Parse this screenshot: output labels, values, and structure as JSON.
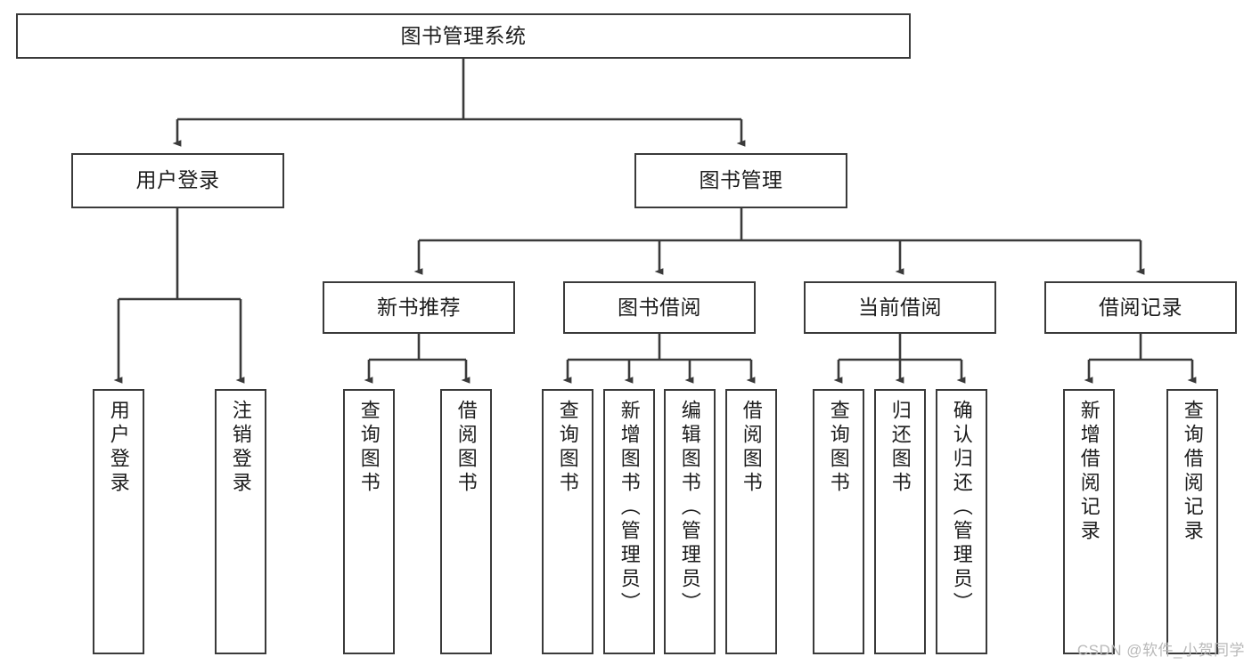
{
  "page": {
    "title": "图书管理系统 功能结构图",
    "background_color": "#ffffff",
    "line_color": "#3a3a3a",
    "text_color": "#1d1d1d",
    "watermark": "CSDN @软件_小贺同学"
  },
  "diagram": {
    "type": "tree",
    "orientation": "top-down",
    "root": {
      "label": "图书管理系统"
    },
    "level2": [
      {
        "label": "用户登录"
      },
      {
        "label": "图书管理"
      }
    ],
    "level3": [
      {
        "label": "新书推荐"
      },
      {
        "label": "图书借阅"
      },
      {
        "label": "当前借阅"
      },
      {
        "label": "借阅记录"
      }
    ],
    "leaves": {
      "user_login": [
        {
          "label": "用户登录"
        },
        {
          "label": "注销登录"
        }
      ],
      "new_book_recommend": [
        {
          "label": "查询图书"
        },
        {
          "label": "借阅图书"
        }
      ],
      "book_borrow": [
        {
          "label": "查询图书"
        },
        {
          "label": "新增图书（管理员）"
        },
        {
          "label": "编辑图书（管理员）"
        },
        {
          "label": "借阅图书"
        }
      ],
      "current_borrow": [
        {
          "label": "查询图书"
        },
        {
          "label": "归还图书"
        },
        {
          "label": "确认归还（管理员）"
        }
      ],
      "borrow_record": [
        {
          "label": "新增借阅记录"
        },
        {
          "label": "查询借阅记录"
        }
      ]
    }
  }
}
